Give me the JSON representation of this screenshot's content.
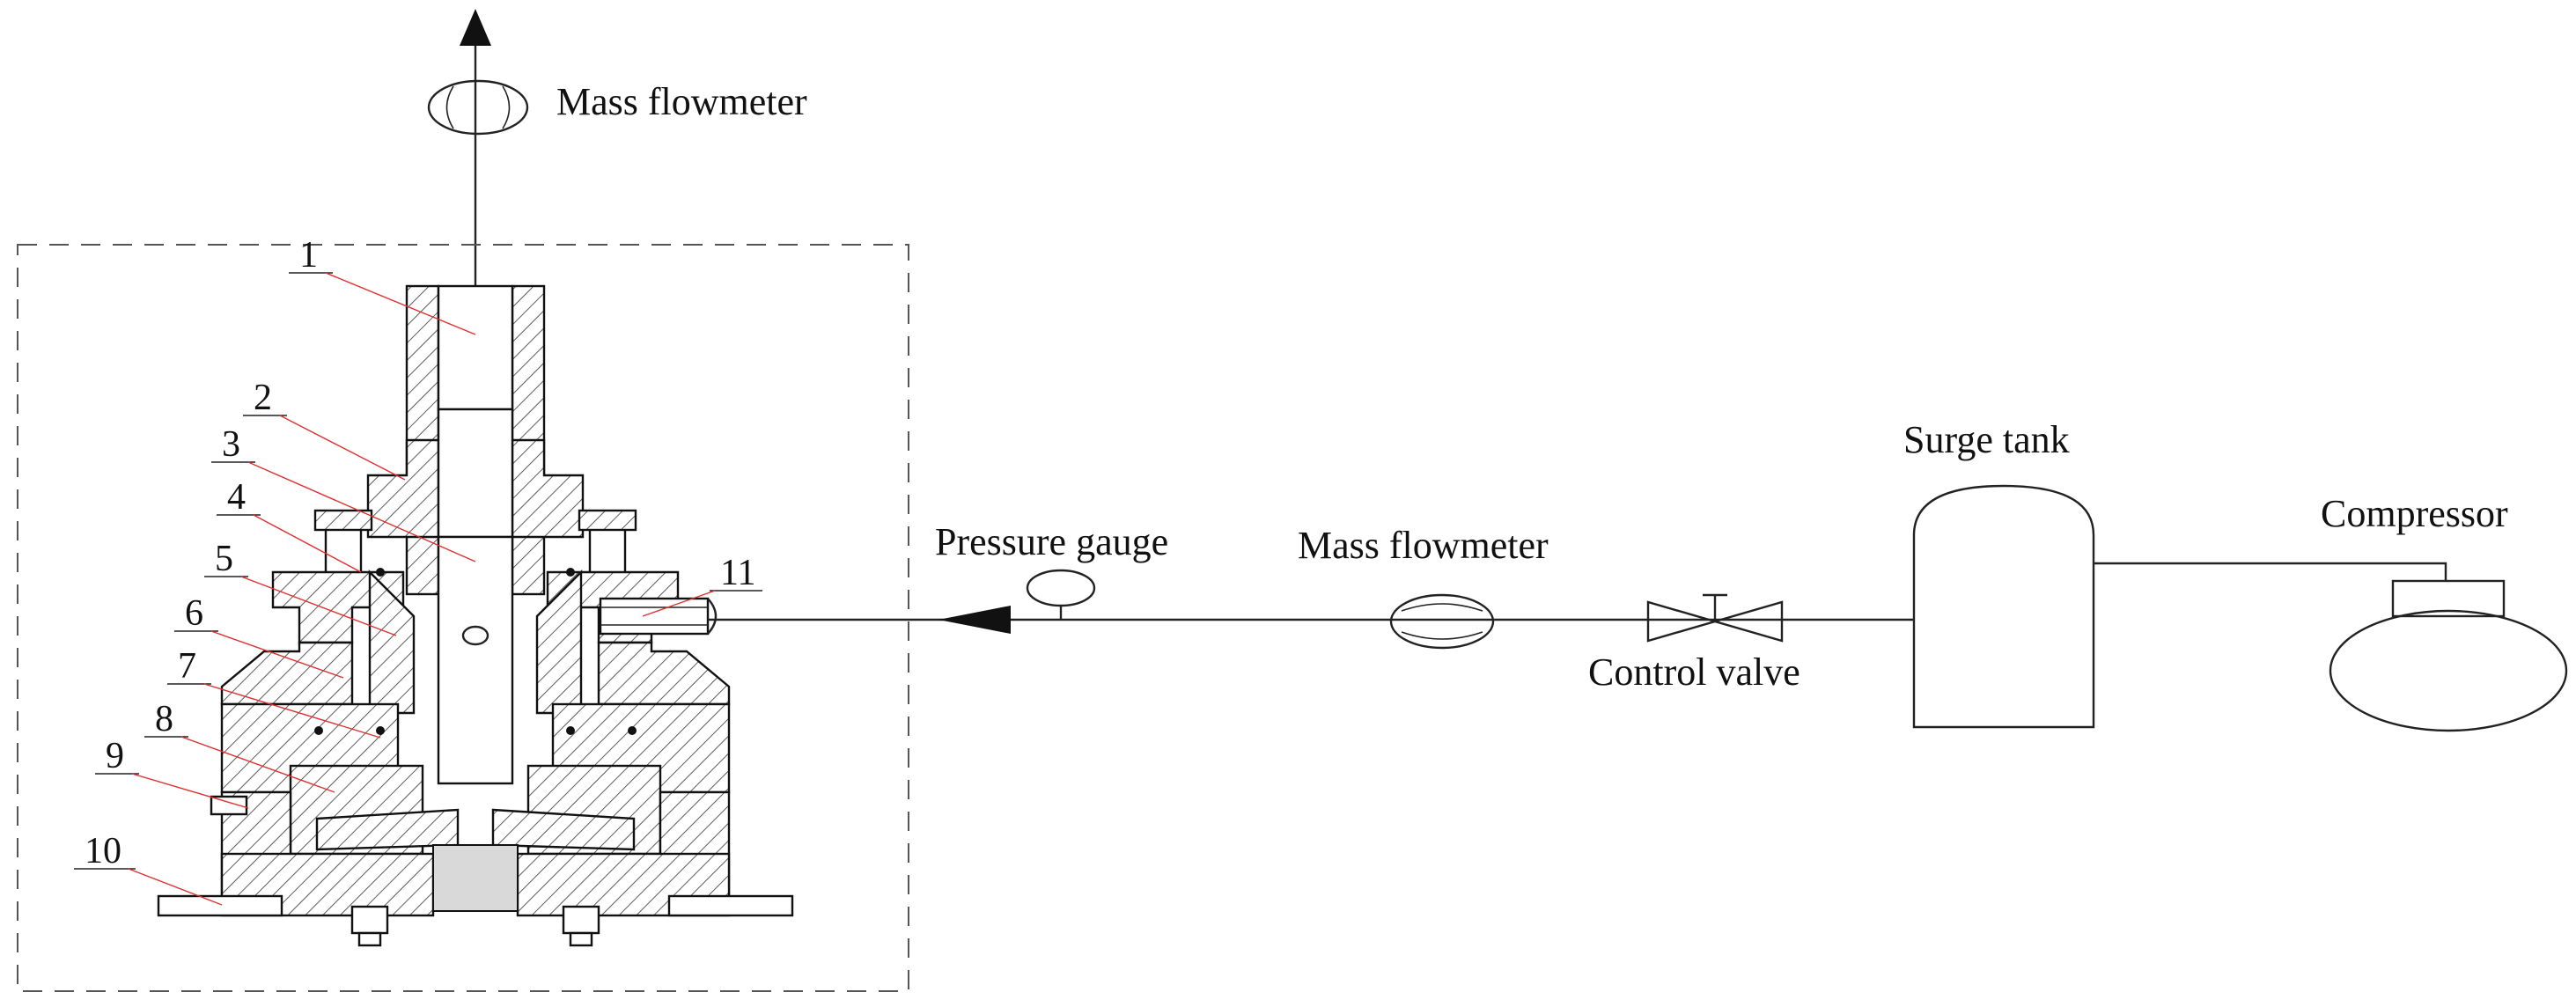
{
  "labels": {
    "mass_flowmeter_top": "Mass flowmeter",
    "pressure_gauge": "Pressure gauge",
    "mass_flowmeter_inline": "Mass flowmeter",
    "control_valve": "Control valve",
    "surge_tank": "Surge tank",
    "compressor": "Compressor"
  },
  "part_numbers": [
    "1",
    "2",
    "3",
    "4",
    "5",
    "6",
    "7",
    "8",
    "9",
    "10",
    "11"
  ],
  "colors": {
    "line": "#222222",
    "leader": "#e03030",
    "gray_fill": "#d9d9d9",
    "background": "#ffffff"
  }
}
